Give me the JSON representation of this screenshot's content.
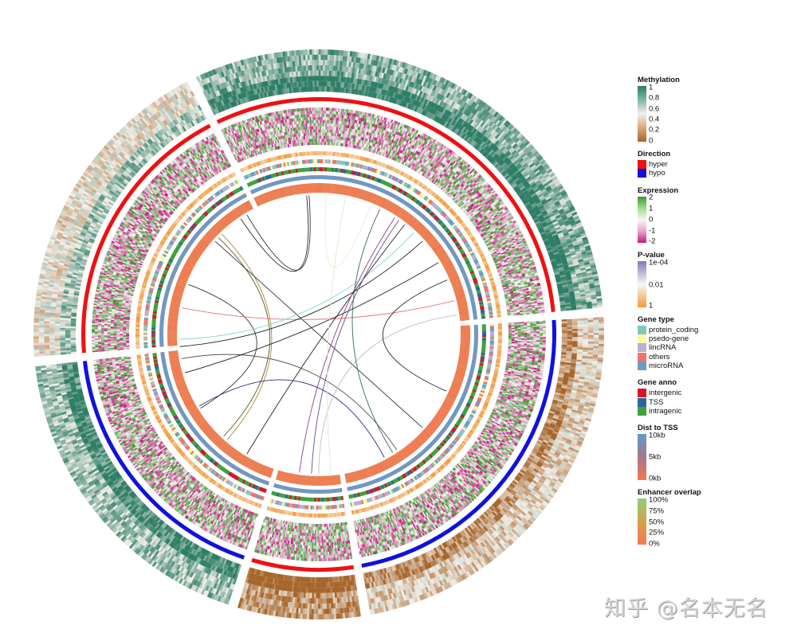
{
  "chart_data": {
    "type": "circos",
    "title": "",
    "center": [
      400,
      420
    ],
    "sectors": [
      {
        "id": "s1",
        "start_deg": -3.5,
        "end_deg": 79.5,
        "direction": "hypo",
        "methylation_mean": 0.3
      },
      {
        "id": "s2",
        "start_deg": 81.5,
        "end_deg": 106.5,
        "direction": "hyper",
        "methylation_mean": 0.1
      },
      {
        "id": "s3",
        "start_deg": 108.5,
        "end_deg": 173.5,
        "direction": "hypo",
        "methylation_mean": 0.8
      },
      {
        "id": "s4",
        "start_deg": 175.5,
        "end_deg": 242.5,
        "direction": "hyper",
        "methylation_mean": 0.55
      },
      {
        "id": "s5",
        "start_deg": 244.5,
        "end_deg": 354.5,
        "direction": "hyper",
        "methylation_mean": 0.85
      }
    ],
    "tracks": [
      {
        "name": "Methylation",
        "type": "heatmap",
        "r_inner": 305,
        "r_outer": 358
      },
      {
        "name": "Direction",
        "type": "bar",
        "r_inner": 293,
        "r_outer": 298
      },
      {
        "name": "Expression",
        "type": "heatmap",
        "r_inner": 238,
        "r_outer": 285
      },
      {
        "name": "P-value",
        "type": "heatmap",
        "r_inner": 225,
        "r_outer": 230
      },
      {
        "name": "Gene type",
        "type": "heatmap",
        "r_inner": 215,
        "r_outer": 220
      },
      {
        "name": "Gene anno",
        "type": "heatmap",
        "r_inner": 205,
        "r_outer": 210
      },
      {
        "name": "Dist to TSS",
        "type": "heatmap",
        "r_inner": 195,
        "r_outer": 200
      },
      {
        "name": "Enhancer overlap",
        "type": "heatmap",
        "r_inner": 178,
        "r_outer": 190
      }
    ],
    "links": [
      {
        "from_deg": 236,
        "to_deg": 265,
        "color": "#222222"
      },
      {
        "from_deg": 239,
        "to_deg": 266,
        "color": "#333333"
      },
      {
        "from_deg": 226,
        "to_deg": 131,
        "color": "#b38a3a"
      },
      {
        "from_deg": 224,
        "to_deg": 133,
        "color": "#5a5a2a"
      },
      {
        "from_deg": 222,
        "to_deg": 42,
        "color": "#333333"
      },
      {
        "from_deg": 201,
        "to_deg": 148,
        "color": "#333333"
      },
      {
        "from_deg": 191,
        "to_deg": 346,
        "color": "#e57373"
      },
      {
        "from_deg": 178,
        "to_deg": 313,
        "color": "#7fd6d6"
      },
      {
        "from_deg": 175,
        "to_deg": 318,
        "color": "#222222"
      },
      {
        "from_deg": 170,
        "to_deg": 56,
        "color": "#555555"
      },
      {
        "from_deg": 164,
        "to_deg": 329,
        "color": "#222222"
      },
      {
        "from_deg": 149,
        "to_deg": 62,
        "color": "#2a2a8a"
      },
      {
        "from_deg": 121,
        "to_deg": 308,
        "color": "#222222"
      },
      {
        "from_deg": 98,
        "to_deg": 303,
        "color": "#8a3a8a"
      },
      {
        "from_deg": 93,
        "to_deg": 305,
        "color": "#6a4a8a"
      },
      {
        "from_deg": 90,
        "to_deg": 352,
        "color": "#bfbfbf"
      },
      {
        "from_deg": 58,
        "to_deg": 296,
        "color": "#3a6a5a"
      },
      {
        "from_deg": 24,
        "to_deg": 337,
        "color": "#222222"
      },
      {
        "from_deg": 273,
        "to_deg": 292,
        "color": "#f2e8c8"
      },
      {
        "from_deg": 85,
        "to_deg": 281,
        "color": "#e6e6d2"
      }
    ]
  },
  "legend": {
    "methylation": {
      "title": "Methylation",
      "ticks": [
        "1",
        "0.8",
        "0.6",
        "0.4",
        "0.2",
        "0"
      ]
    },
    "direction": {
      "title": "Direction",
      "items": [
        {
          "label": "hyper",
          "color": "#ee1111"
        },
        {
          "label": "hypo",
          "color": "#1111dd"
        }
      ]
    },
    "expression": {
      "title": "Expression",
      "ticks": [
        "2",
        "1",
        "0",
        "-1",
        "-2"
      ]
    },
    "pvalue": {
      "title": "P-value",
      "ticks": [
        "1e-04",
        "0.01",
        "1"
      ]
    },
    "gene_type": {
      "title": "Gene type",
      "items": [
        {
          "label": "protein_coding",
          "color": "#7fc9b6"
        },
        {
          "label": "psedo-gene",
          "color": "#fbf9a6"
        },
        {
          "label": "lincRNA",
          "color": "#b9afd6"
        },
        {
          "label": "others",
          "color": "#f0756a"
        },
        {
          "label": "microRNA",
          "color": "#6f9cc4"
        }
      ]
    },
    "gene_anno": {
      "title": "Gene anno",
      "items": [
        {
          "label": "intergenic",
          "color": "#d8142a"
        },
        {
          "label": "TSS",
          "color": "#2e63a1"
        },
        {
          "label": "intragenic",
          "color": "#3fa13c"
        }
      ]
    },
    "dist_tss": {
      "title": "Dist to TSS",
      "ticks": [
        "10kb",
        "5kb",
        "0kb"
      ]
    },
    "enhancer": {
      "title": "Enhancer overlap",
      "ticks": [
        "100%",
        "75%",
        "50%",
        "25%",
        "0%"
      ]
    }
  },
  "colors": {
    "methylation_high": "#2e7d66",
    "methylation_mid": "#f2efe9",
    "methylation_low": "#a6652a",
    "expression_high": "#3b9a2c",
    "expression_low": "#c51b7d",
    "pvalue_low": "#8579b8",
    "pvalue_high": "#f39a37",
    "dist_far": "#5e9bd0",
    "dist_near": "#f5774f",
    "enhancer_full": "#8ccf7e",
    "enhancer_none": "#f5774f"
  },
  "watermark": "知乎 @名本无名"
}
